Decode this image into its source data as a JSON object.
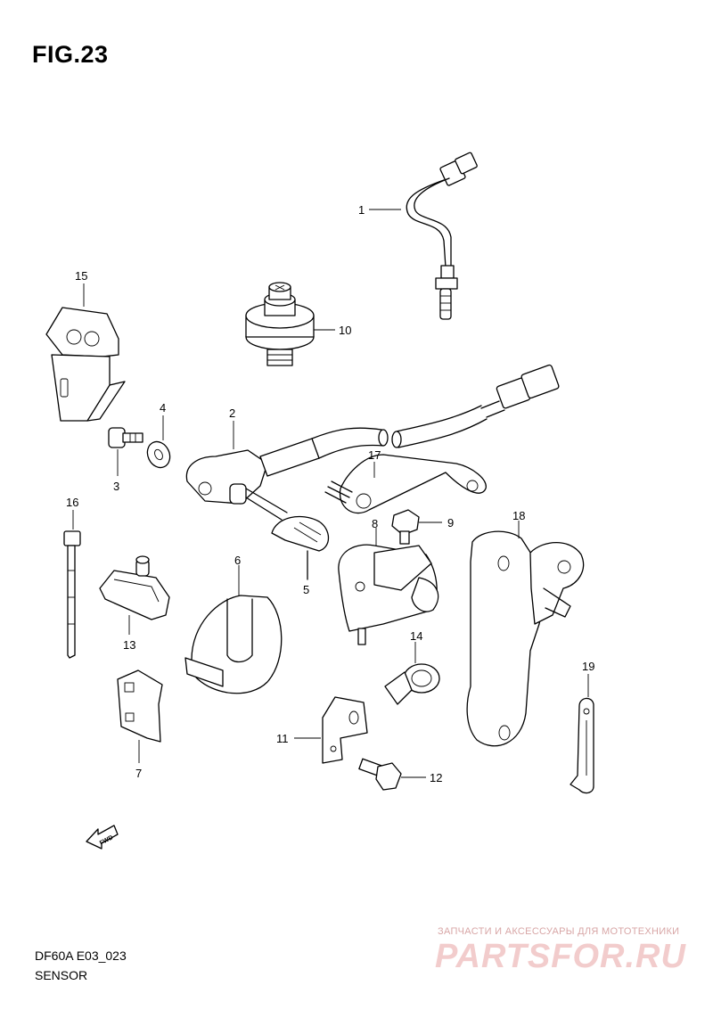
{
  "figure": {
    "title": "FIG.23",
    "code": "DF60A E03_023",
    "name": "SENSOR",
    "fwd_mark": "FWD"
  },
  "callouts": {
    "c1": "1",
    "c2": "2",
    "c3": "3",
    "c4": "4",
    "c5": "5",
    "c6": "6",
    "c7": "7",
    "c8": "8",
    "c9": "9",
    "c10": "10",
    "c11": "11",
    "c12": "12",
    "c13": "13",
    "c14": "14",
    "c15": "15",
    "c16": "16",
    "c17": "17",
    "c18": "18",
    "c19": "19"
  },
  "watermark": {
    "tagline": "ЗАПЧАСТИ И АКСЕССУАРЫ ДЛЯ МОТОТЕХНИКИ",
    "logo": "PARTSFOR.RU"
  }
}
